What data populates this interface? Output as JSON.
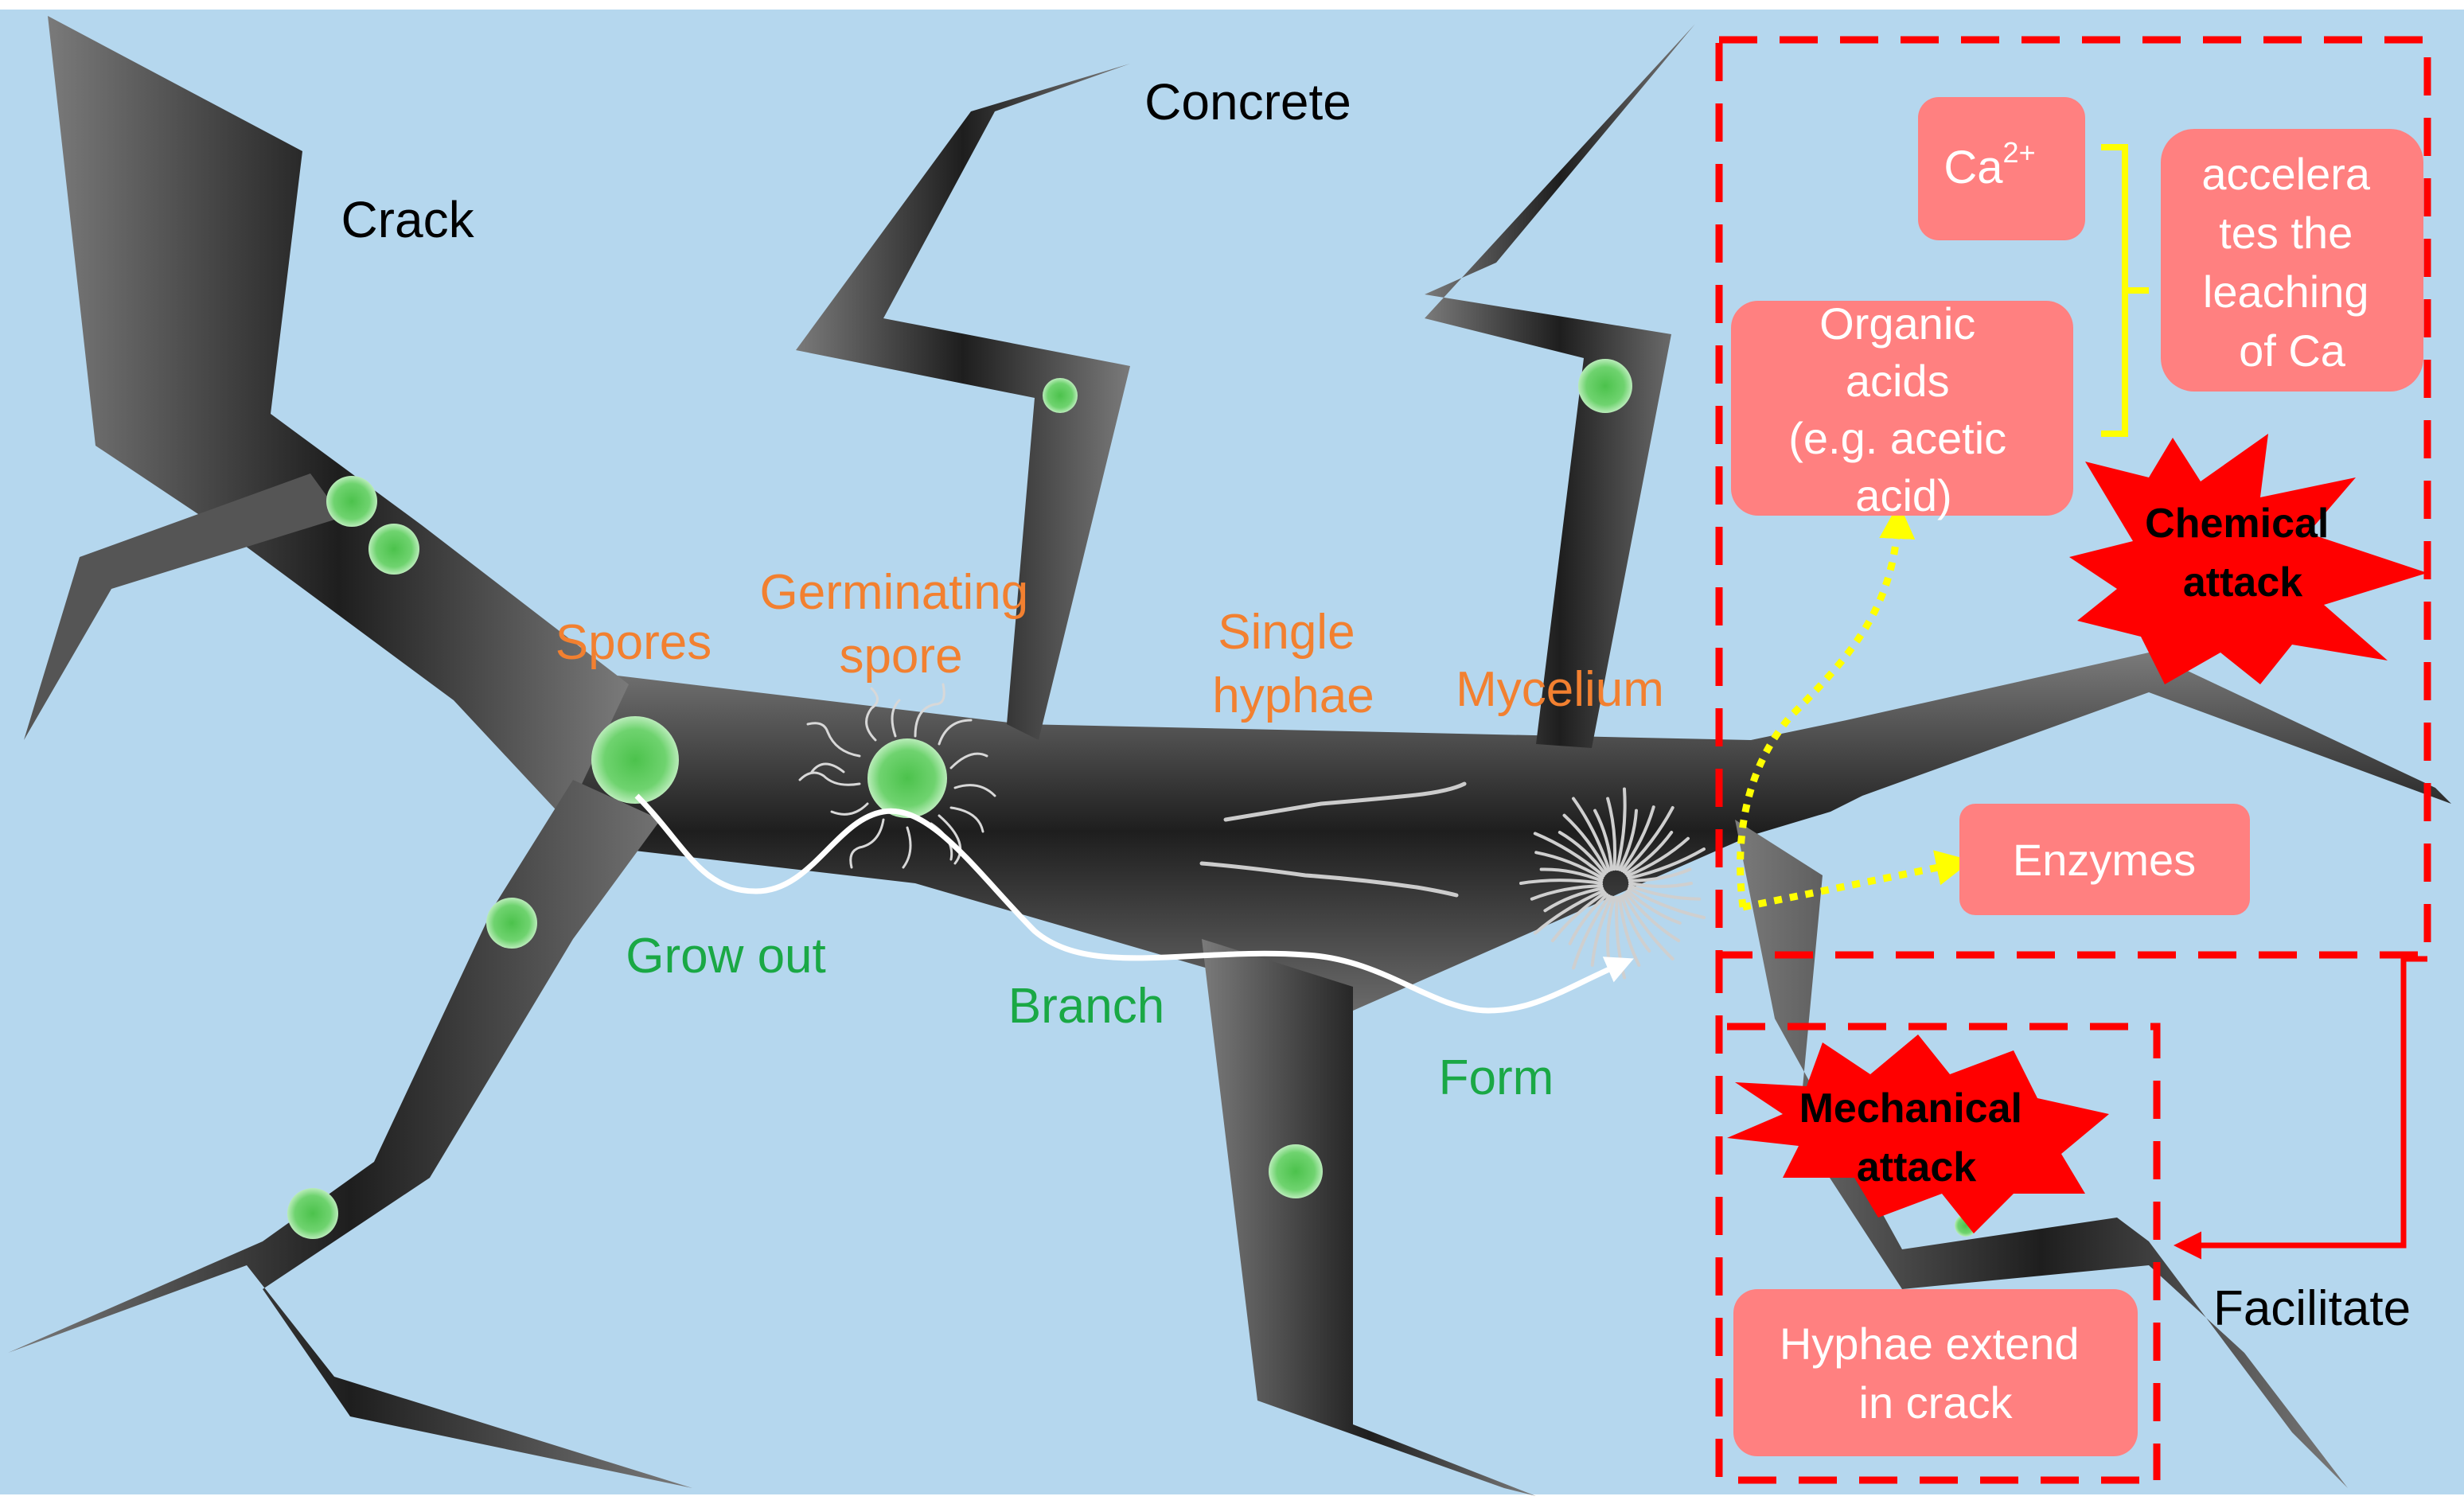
{
  "colors": {
    "background": "#b5d7ee",
    "crack_dark": "#222222",
    "crack_light": "#808080",
    "spore": "#4cc24c",
    "stage_label": "#f28030",
    "action_label": "#1aa845",
    "box_fill": "#ff8080",
    "box_text": "#ffffff",
    "dashed_border": "#ff0000",
    "yellow_arrow": "#ffff00",
    "bracket": "#ffff00",
    "burst_fill": "#ff0000"
  },
  "labels": {
    "concrete": "Concrete",
    "crack": "Crack",
    "spores": "Spores",
    "germinating_spore": [
      "Germinating",
      "spore"
    ],
    "single_hyphae": [
      "Single",
      "hyphae"
    ],
    "mycelium": "Mycelium",
    "grow_out": "Grow out",
    "branch": "Branch",
    "form": "Form",
    "facilitate": "Facilitate"
  },
  "boxes": {
    "calcium": {
      "base": "Ca",
      "superscript": "2+"
    },
    "organic_acids": [
      "Organic",
      "acids",
      "(e.g. acetic",
      "acid)"
    ],
    "accelerates": [
      "accelera",
      "tes the",
      "leaching",
      "of Ca"
    ],
    "enzymes": "Enzymes",
    "hyphae_extend": [
      "Hyphae extend",
      "in crack"
    ]
  },
  "bursts": {
    "chemical": [
      "Chemical",
      "attack"
    ],
    "mechanical": [
      "Mechanical",
      "attack"
    ]
  }
}
